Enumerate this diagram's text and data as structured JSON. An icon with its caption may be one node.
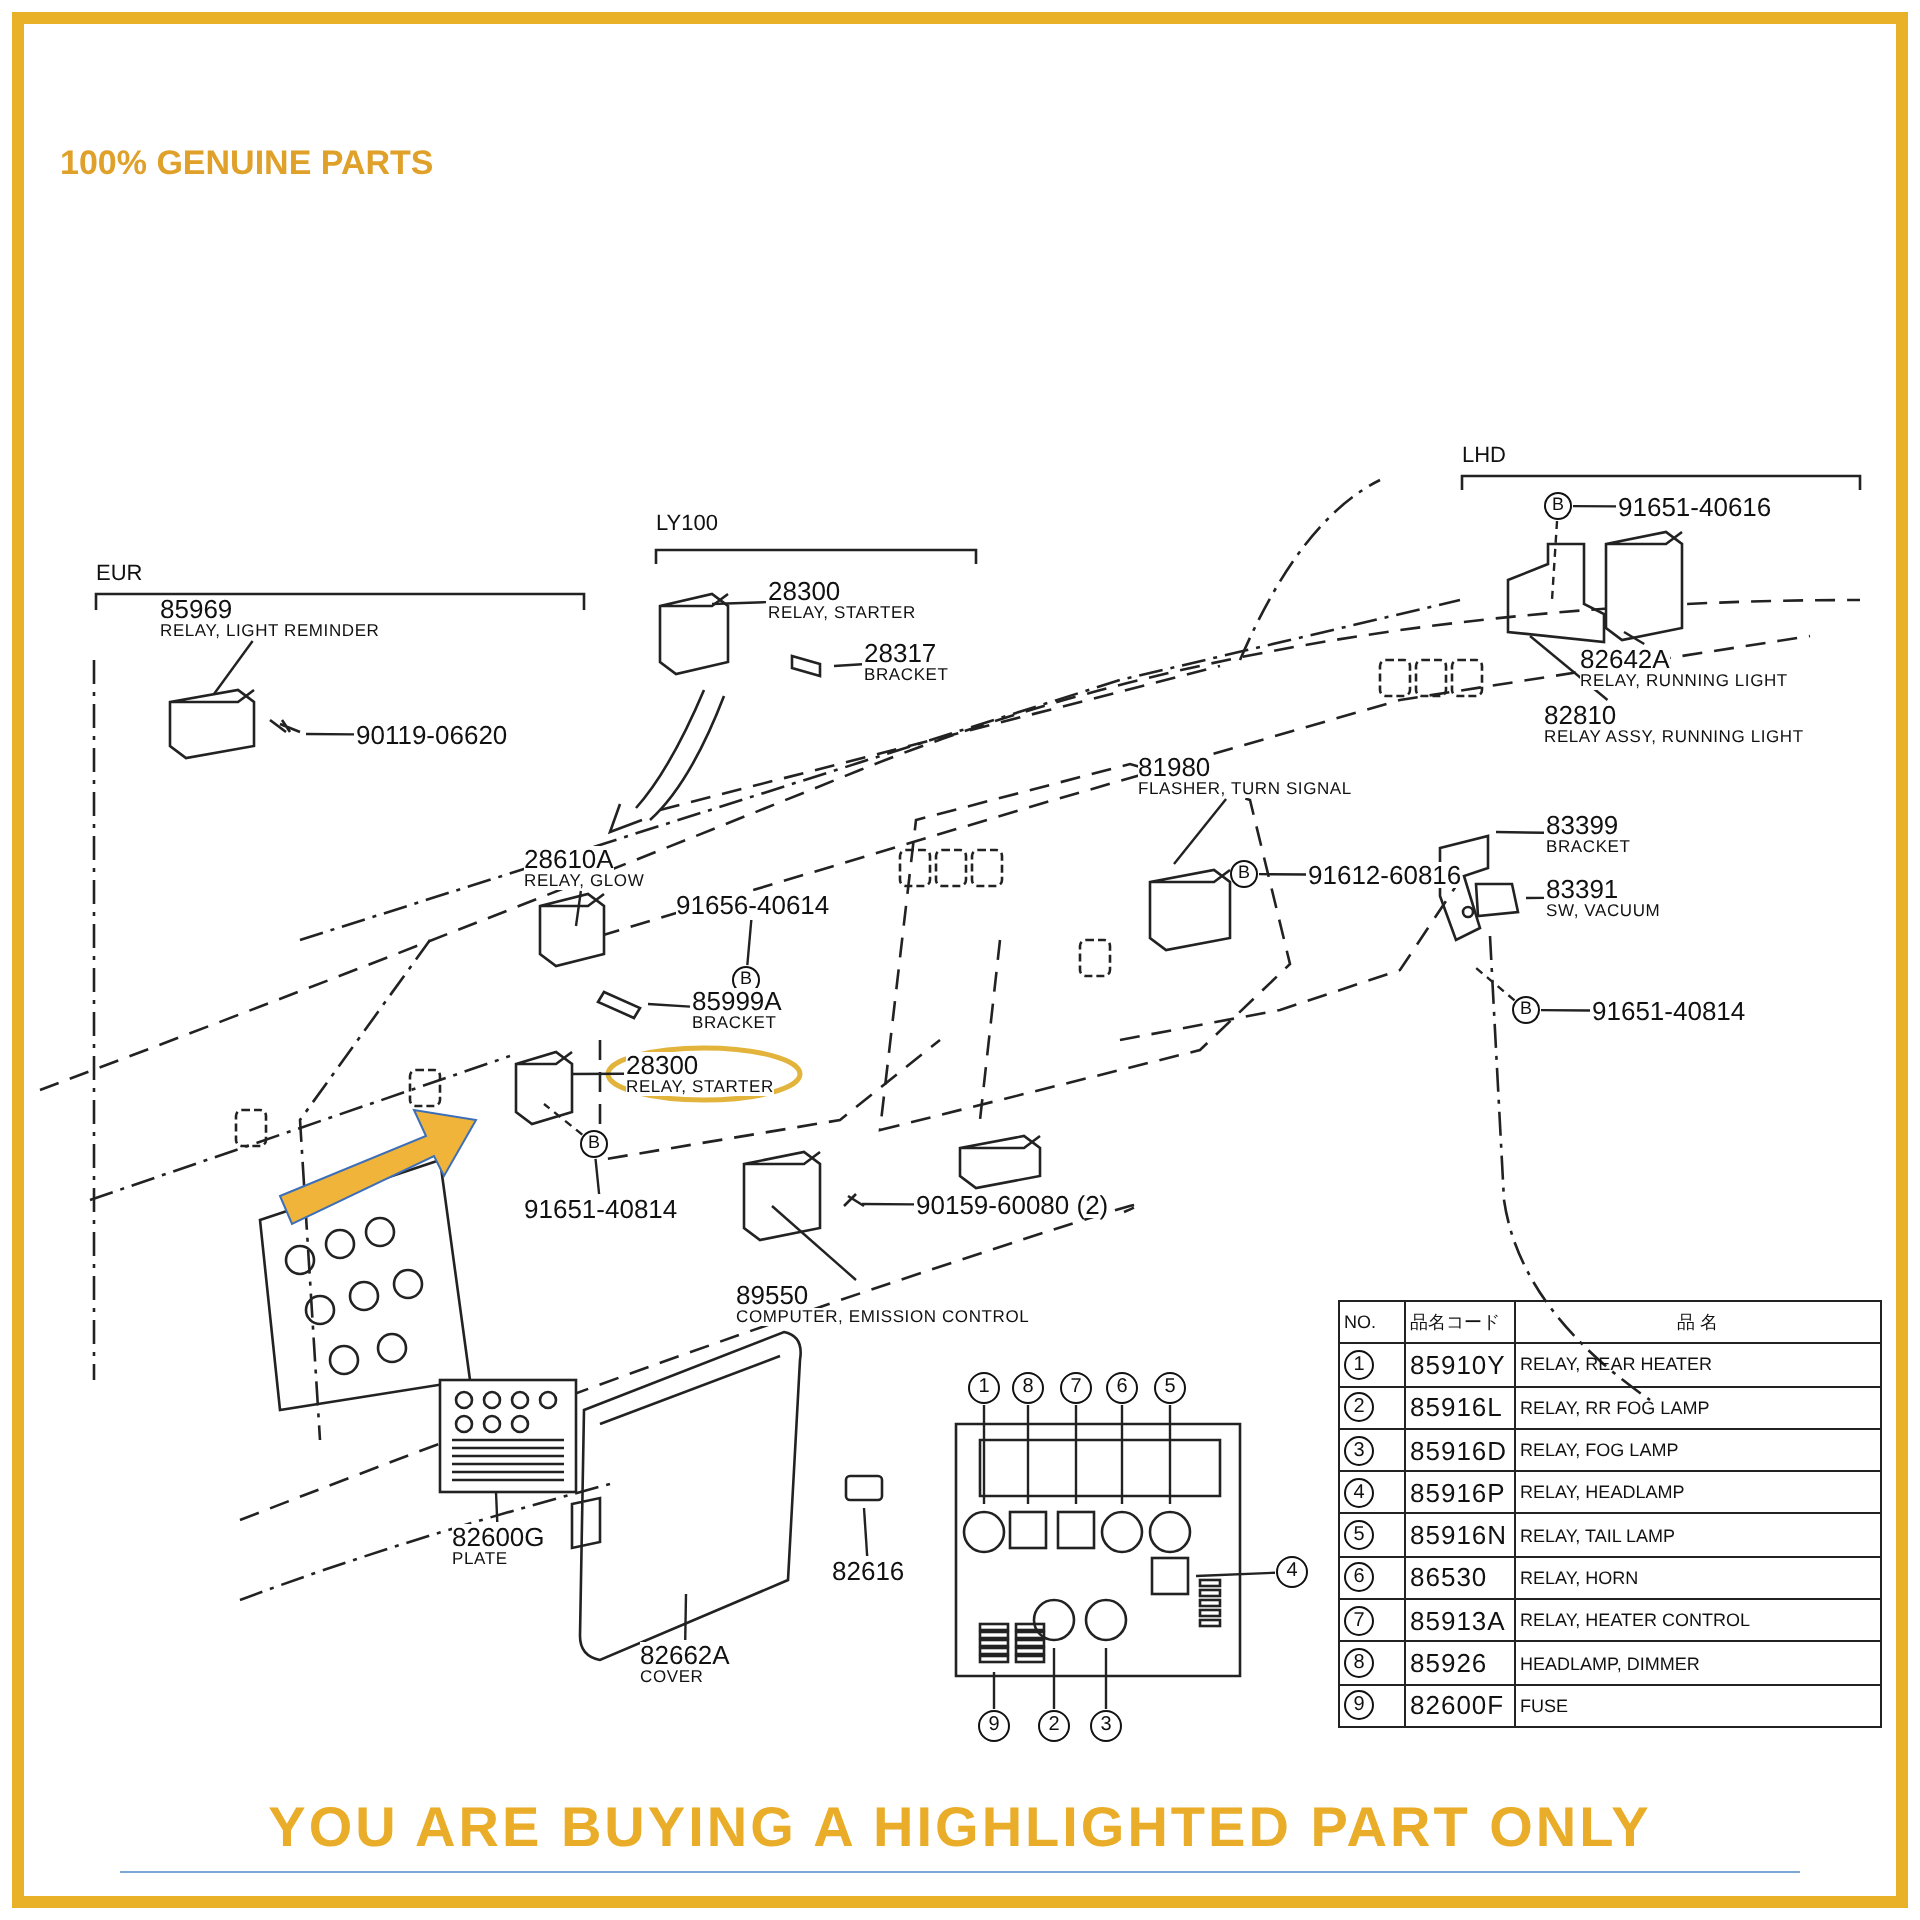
{
  "diagram": {
    "caption": "YOU ARE BUYING A HIGHLIGHTED PART ONLY",
    "nodes": [
      {
        "text": [
          "85969",
          "RELAY, LIGHT REMINDER"
        ]
      },
      {
        "text": [
          "90119-06620"
        ]
      },
      {
        "text": [
          "28300",
          "RELAY, STARTER"
        ]
      },
      {
        "text": [
          "28317",
          "BRACKET"
        ]
      },
      {
        "text": [
          "28610A",
          "RELAY, GLOW"
        ]
      },
      {
        "text": [
          "91656-40614"
        ]
      },
      {
        "text": [
          "B"
        ]
      },
      {
        "text": [
          "85999A",
          "BRACKET"
        ]
      },
      {
        "text": [
          "28300",
          "RELAY, STARTER"
        ]
      },
      {
        "text": [
          "B"
        ]
      },
      {
        "text": [
          "91651-40814"
        ]
      },
      {
        "text": [
          "89550",
          "COMPUTER, EMISSION CONTROL"
        ]
      },
      {
        "text": [
          "90159-60080 (2)"
        ]
      },
      {
        "text": [
          "81980",
          "FLASHER, TURN SIGNAL"
        ]
      },
      {
        "text": [
          "B"
        ]
      },
      {
        "text": [
          "91612-60816"
        ]
      },
      {
        "text": [
          "B"
        ]
      },
      {
        "text": [
          "91651-40616"
        ]
      },
      {
        "text": [
          "82642A",
          "RELAY, RUNNING LIGHT"
        ]
      },
      {
        "text": [
          "82810",
          "RELAY ASSY, RUNNING LIGHT"
        ]
      },
      {
        "text": [
          "83399",
          "BRACKET"
        ]
      },
      {
        "text": [
          "83391",
          "SW, VACUUM"
        ]
      },
      {
        "text": [
          "B"
        ]
      },
      {
        "text": [
          "91651-40814"
        ]
      },
      {
        "text": [
          "82600G",
          "PLATE"
        ]
      },
      {
        "text": [
          "82662A",
          "COVER"
        ]
      },
      {
        "text": [
          "82616"
        ]
      },
      {
        "text": [
          "1"
        ]
      },
      {
        "text": [
          "8"
        ]
      },
      {
        "text": [
          "7"
        ]
      },
      {
        "text": [
          "6"
        ]
      },
      {
        "text": [
          "5"
        ]
      },
      {
        "text": [
          "4"
        ]
      },
      {
        "text": [
          "9"
        ]
      },
      {
        "text": [
          "2"
        ]
      },
      {
        "text": [
          "3"
        ]
      }
    ],
    "edges": [
      {
        "from": 0,
        "to": null,
        "arrow": "none"
      },
      {
        "from": 1,
        "to": null,
        "arrow": "none"
      },
      {
        "from": 2,
        "to": null,
        "arrow": "none"
      },
      {
        "from": 3,
        "to": null,
        "arrow": "none"
      },
      {
        "from": 4,
        "to": null,
        "arrow": "none"
      },
      {
        "from": 5,
        "to": 6,
        "arrow": "none"
      },
      {
        "from": 7,
        "to": null,
        "arrow": "none"
      },
      {
        "from": 8,
        "to": null,
        "arrow": "none"
      },
      {
        "from": 10,
        "to": 9,
        "arrow": "none"
      },
      {
        "from": 11,
        "to": null,
        "arrow": "none"
      },
      {
        "from": 12,
        "to": null,
        "arrow": "none"
      },
      {
        "from": 13,
        "to": null,
        "arrow": "none"
      },
      {
        "from": 15,
        "to": 14,
        "arrow": "none"
      },
      {
        "from": 17,
        "to": 16,
        "arrow": "none"
      },
      {
        "from": 18,
        "to": null,
        "arrow": "none"
      },
      {
        "from": 19,
        "to": null,
        "arrow": "none"
      },
      {
        "from": 20,
        "to": null,
        "arrow": "none"
      },
      {
        "from": 21,
        "to": null,
        "arrow": "none"
      },
      {
        "from": 23,
        "to": 22,
        "arrow": "none"
      },
      {
        "from": 24,
        "to": null,
        "arrow": "none"
      },
      {
        "from": 25,
        "to": null,
        "arrow": "none"
      },
      {
        "from": 26,
        "to": null,
        "arrow": "none"
      },
      {
        "from": 27,
        "to": null,
        "arrow": "none"
      },
      {
        "from": 28,
        "to": null,
        "arrow": "none"
      },
      {
        "from": 29,
        "to": null,
        "arrow": "none"
      },
      {
        "from": 30,
        "to": null,
        "arrow": "none"
      },
      {
        "from": 31,
        "to": null,
        "arrow": "none"
      },
      {
        "from": 32,
        "to": null,
        "arrow": "none"
      },
      {
        "from": 33,
        "to": null,
        "arrow": "none"
      },
      {
        "from": 34,
        "to": null,
        "arrow": "none"
      },
      {
        "from": 35,
        "to": null,
        "arrow": "none"
      },
      {
        "from": 9,
        "to": null,
        "arrow": "none",
        "style": "dashed"
      },
      {
        "from": 16,
        "to": null,
        "arrow": "none",
        "style": "dashed"
      },
      {
        "from": 22,
        "to": null,
        "arrow": "none",
        "style": "dashed"
      }
    ],
    "labels": [
      "100% GENUINE PARTS",
      "LHD",
      "LY100",
      "EUR",
      "NO.",
      "品名コード",
      "品 名",
      "1",
      "85910Y",
      "RELAY, REAR HEATER",
      "2",
      "85916L",
      "RELAY, RR FOG LAMP",
      "3",
      "85916D",
      "RELAY, FOG LAMP",
      "4",
      "85916P",
      "RELAY, HEADLAMP",
      "5",
      "85916N",
      "RELAY, TAIL LAMP",
      "6",
      "86530",
      "RELAY, HORN",
      "7",
      "85913A",
      "RELAY, HEATER CONTROL",
      "8",
      "85926",
      "HEADLAMP, DIMMER",
      "9",
      "82600F",
      "FUSE"
    ]
  }
}
